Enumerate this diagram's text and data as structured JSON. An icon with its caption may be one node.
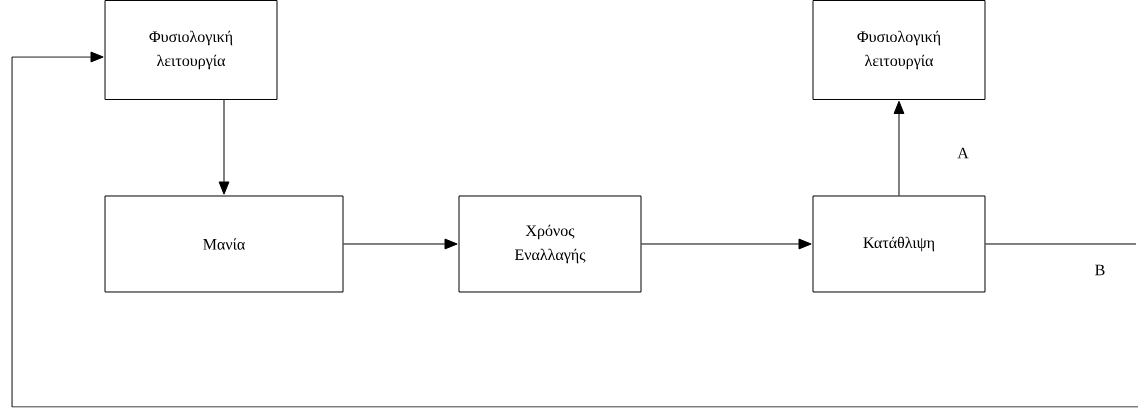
{
  "diagram": {
    "nodes": [
      {
        "text": [
          "Φυσιολογική λειτουργία"
        ]
      },
      {
        "text": [
          "Φυσιολογική λειτουργία"
        ]
      },
      {
        "text": [
          "Μανία"
        ]
      },
      {
        "text": [
          "Χρόνος Εναλλαγής"
        ]
      },
      {
        "text": [
          "Κατάθλιψη"
        ]
      }
    ],
    "edges": [
      {
        "from": 0,
        "to": 2,
        "arrow": "to"
      },
      {
        "from": 2,
        "to": 3,
        "arrow": "to"
      },
      {
        "from": 3,
        "to": 4,
        "arrow": "to"
      },
      {
        "from": 4,
        "to": 1,
        "arrow": "to",
        "label": "A"
      },
      {
        "from": 4,
        "to": null,
        "arrow": "none",
        "label": "B"
      },
      {
        "from": null,
        "to": 0,
        "arrow": "to"
      }
    ]
  }
}
